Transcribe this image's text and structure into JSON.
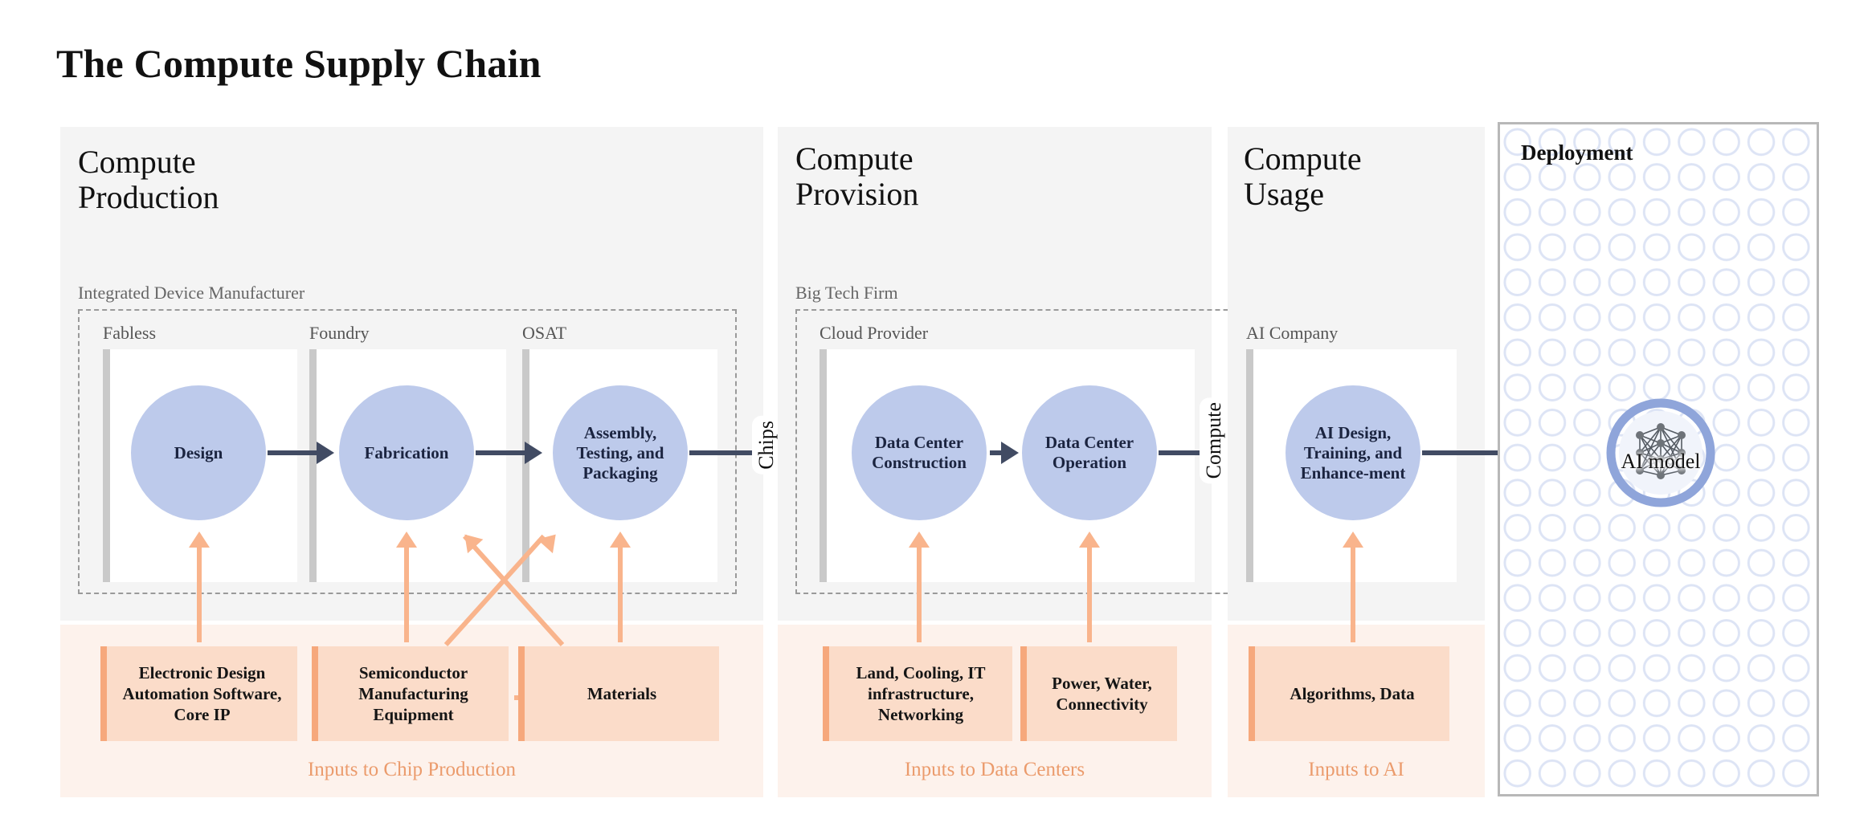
{
  "title": "The Compute Supply Chain",
  "colors": {
    "node_fill": "#bdcaeb",
    "node_text": "#1b2440",
    "arrow_dark": "#414b63",
    "arrow_orange": "#f9b48c",
    "input_box_fill": "#fbdcc9",
    "input_box_border": "#f6a87c",
    "band_bg": "#fdf2ec",
    "band_caption": "#eb9b6c",
    "stage_bg": "#f4f4f4",
    "dashed_border": "#9a9a9a",
    "white_box_border": "#c9c9c9",
    "deployment_border": "#b8b8b8",
    "deployment_dot": "#dde4f5"
  },
  "stages": [
    {
      "id": "compute-production",
      "title": "Compute\nProduction",
      "org_label": "Integrated Device Manufacturer",
      "sub_sections": [
        {
          "label": "Fabless",
          "node": "Design"
        },
        {
          "label": "Foundry",
          "node": "Fabrication"
        },
        {
          "label": "OSAT",
          "node": "Assembly, Testing, and Packaging"
        }
      ],
      "band": {
        "caption": "Inputs to Chip Production",
        "boxes": [
          "Electronic Design Automation Software, Core IP",
          "Semiconductor Manufacturing Equipment",
          "Materials"
        ]
      }
    },
    {
      "id": "compute-provision",
      "title": "Compute\nProvision",
      "org_label": "Big Tech Firm",
      "sub_sections": [
        {
          "label": "Cloud Provider",
          "node": "Data Center Construction"
        },
        {
          "label": "",
          "node": "Data Center Operation"
        }
      ],
      "band": {
        "caption": "Inputs to Data Centers",
        "boxes": [
          "Land, Cooling, IT infrastructure, Networking",
          "Power, Water, Connectivity"
        ]
      }
    },
    {
      "id": "compute-usage",
      "title": "Compute\nUsage",
      "org_label": "",
      "sub_sections": [
        {
          "label": "AI Company",
          "node": "AI Design, Training, and Enhance-ment"
        }
      ],
      "band": {
        "caption": "Inputs to AI",
        "boxes": [
          "Algorithms, Data"
        ]
      }
    }
  ],
  "flow_labels": {
    "chips": "Chips",
    "compute": "Compute"
  },
  "deployment": {
    "title": "Deployment",
    "model_label": "AI model",
    "icon": "neural-network-icon"
  }
}
